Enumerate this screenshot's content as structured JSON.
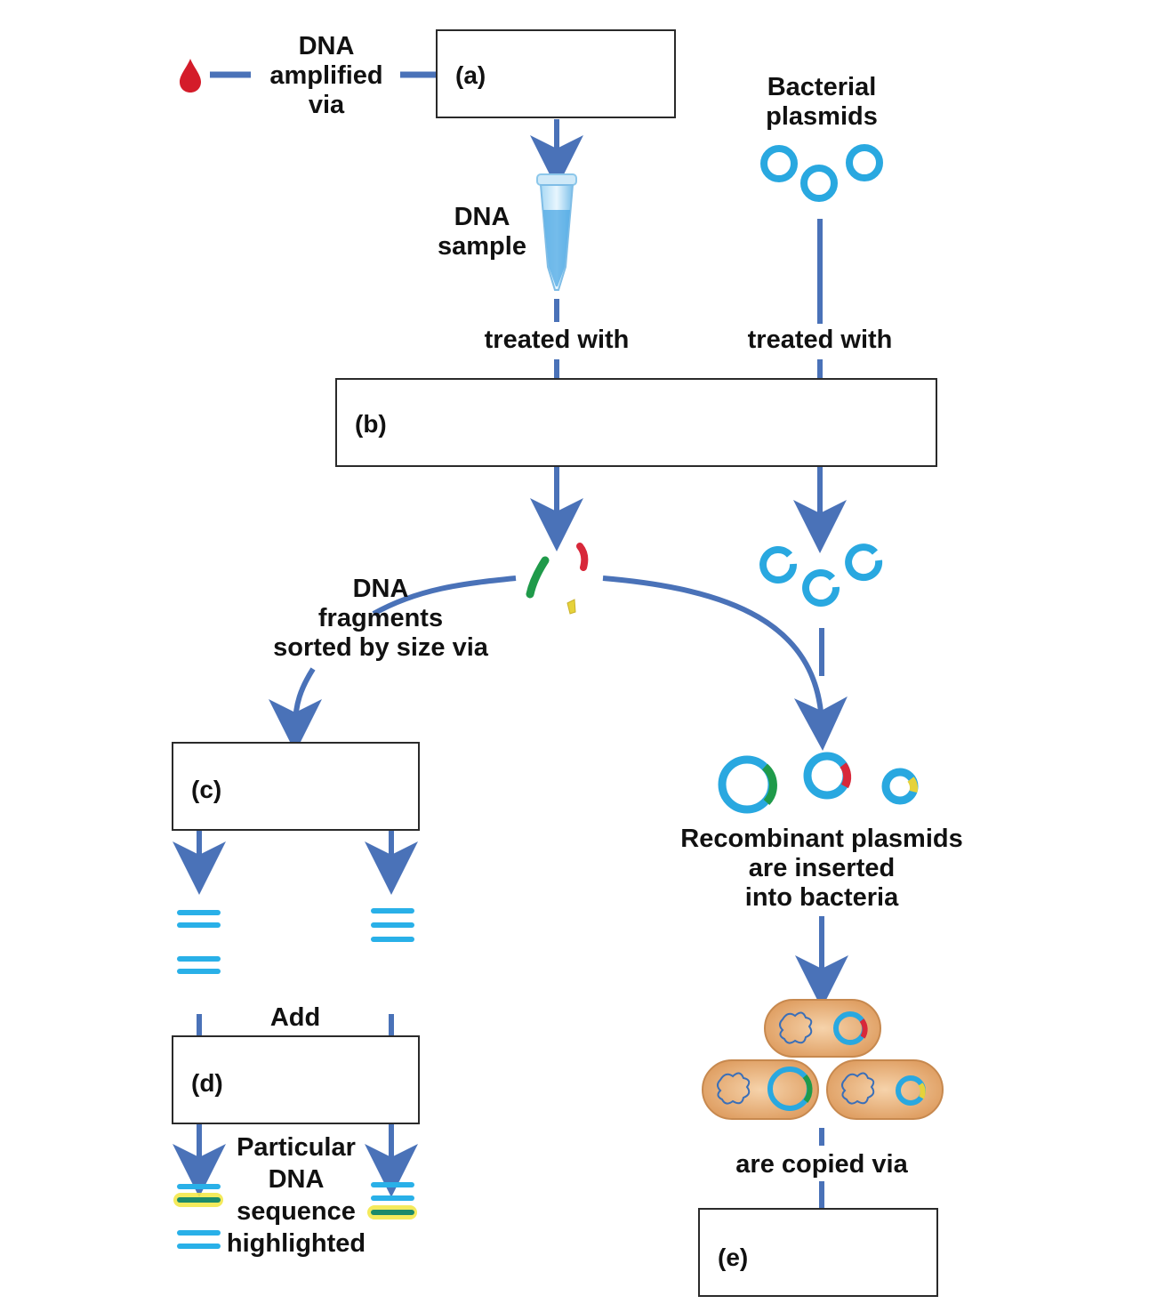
{
  "colors": {
    "arrow": "#4a72b8",
    "plasmid": "#29a8e0",
    "band": "#29b0e8",
    "highlight": "#f3e84a",
    "blood": "#d41c2a",
    "fragment_green": "#1f9a4a",
    "fragment_red": "#d8283a",
    "fragment_yellow": "#e6d23a",
    "bacterium": "#e8b07a"
  },
  "labels": {
    "dna_amplified": [
      "DNA",
      "amplified",
      "via"
    ],
    "bacterial_plasmids": [
      "Bacterial",
      "plasmids"
    ],
    "dna_sample": [
      "DNA",
      "sample"
    ],
    "treated_with_left": "treated with",
    "treated_with_right": "treated with",
    "dna_fragments": [
      "DNA",
      "fragments",
      "sorted by size via"
    ],
    "recombinant": [
      "Recombinant plasmids",
      "are inserted",
      "into bacteria"
    ],
    "add": "Add",
    "particular": [
      "Particular",
      "DNA",
      "sequence",
      "highlighted"
    ],
    "copied": "are copied via"
  },
  "boxes": {
    "a": "(a)",
    "b": "(b)",
    "c": "(c)",
    "d": "(d)",
    "e": "(e)"
  },
  "icons": [
    "blood-drop-icon",
    "test-tube-icon",
    "plasmid-icon",
    "dna-fragment-icon",
    "gel-band-icon",
    "bacterium-icon"
  ]
}
